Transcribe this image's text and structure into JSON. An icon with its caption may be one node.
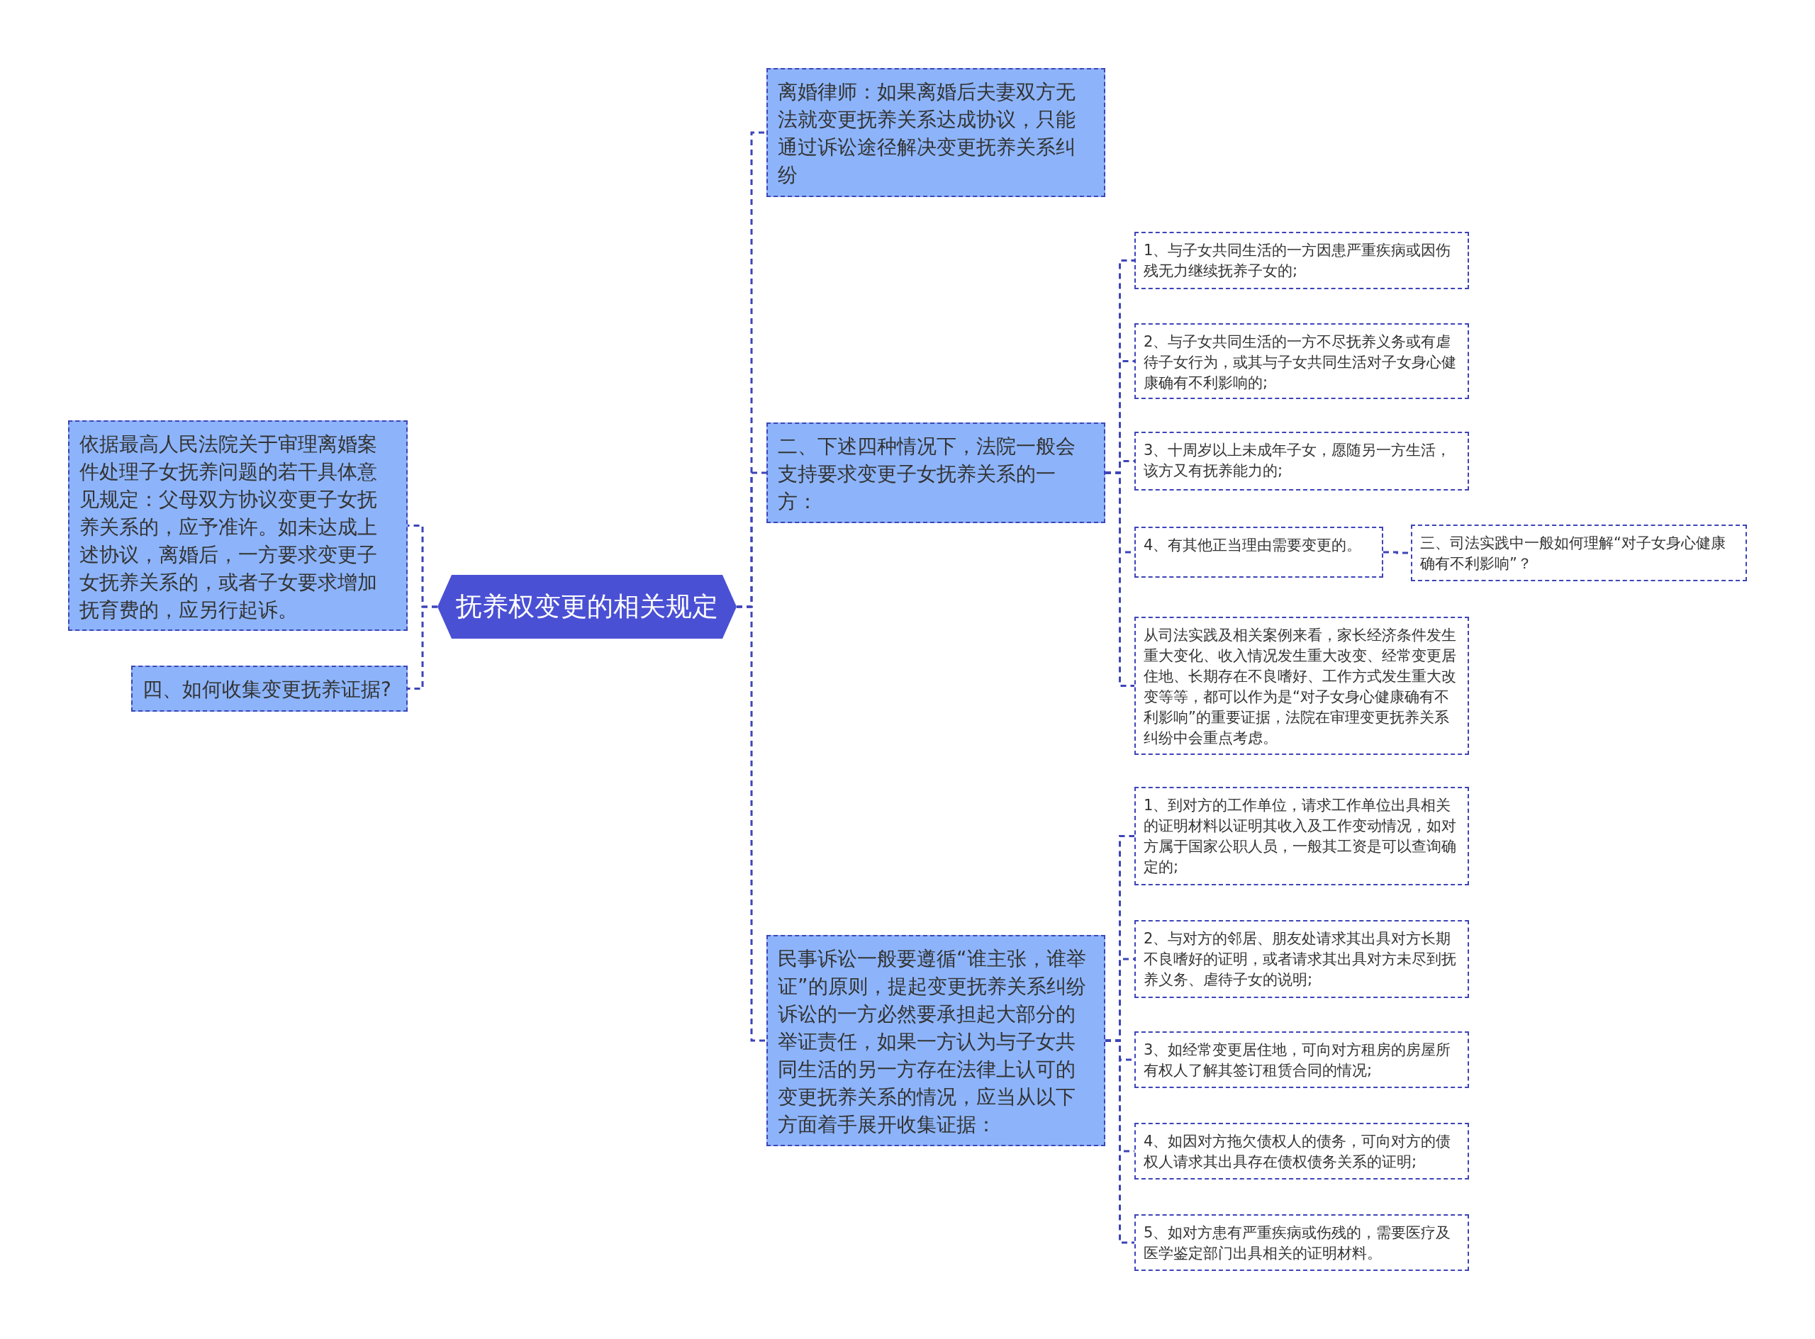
{
  "diagram": {
    "nodes": [
      {
        "text": [
          "抚养权变更的相关规定"
        ]
      },
      {
        "text": [
          "依据最高人民法院关于审理离婚案件处理子女抚养问题的若干具体意见规定：父母双方协议变更子女抚养关系的，应予准许。如未达成上述协议，离婚后，一方要求变更子女抚养关系的，或者子女要求增加抚育费的，应另行起诉。"
        ]
      },
      {
        "text": [
          "四、如何收集变更抚养证据?"
        ]
      },
      {
        "text": [
          "离婚律师：如果离婚后夫妻双方无法就变更抚养关系达成协议，只能通过诉讼途径解决变更抚养关系纠纷"
        ]
      },
      {
        "text": [
          "二、下述四种情况下，法院一般会支持要求变更子女抚养关系的一方："
        ]
      },
      {
        "text": [
          "民事诉讼一般要遵循“谁主张，谁举证”的原则，提起变更抚养关系纠纷诉讼的一方必然要承担起大部分的举证责任，如果一方认为与子女共同生活的另一方存在法律上认可的变更抚养关系的情况，应当从以下方面着手展开收集证据："
        ]
      },
      {
        "text": [
          "1、与子女共同生活的一方因患严重疾病或因伤残无力继续抚养子女的;"
        ]
      },
      {
        "text": [
          "2、与子女共同生活的一方不尽抚养义务或有虐待子女行为，或其与子女共同生活对子女身心健康确有不利影响的;"
        ]
      },
      {
        "text": [
          "3、十周岁以上未成年子女，愿随另一方生活，该方又有抚养能力的;"
        ]
      },
      {
        "text": [
          "4、有其他正当理由需要变更的。"
        ]
      },
      {
        "text": [
          "三、司法实践中一般如何理解“对子女身心健康确有不利影响”？"
        ]
      },
      {
        "text": [
          "从司法实践及相关案例来看，家长经济条件发生重大变化、收入情况发生重大改变、经常变更居住地、长期存在不良嗜好、工作方式发生重大改变等等，都可以作为是“对子女身心健康确有不利影响”的重要证据，法院在审理变更抚养关系纠纷中会重点考虑。"
        ]
      },
      {
        "text": [
          "1、到对方的工作单位，请求工作单位出具相关的证明材料以证明其收入及工作变动情况，如对方属于国家公职人员，一般其工资是可以查询确定的;"
        ]
      },
      {
        "text": [
          "2、与对方的邻居、朋友处请求其出具对方长期不良嗜好的证明，或者请求其出具对方未尽到抚养义务、虐待子女的说明;"
        ]
      },
      {
        "text": [
          "3、如经常变更居住地，可向对方租房的房屋所有权人了解其签订租赁合同的情况;"
        ]
      },
      {
        "text": [
          "4、如因对方拖欠债权人的债务，可向对方的债权人请求其出具存在债权债务关系的证明;"
        ]
      },
      {
        "text": [
          "5、如对方患有严重疾病或伤残的，需要医疗及医学鉴定部门出具相关的证明材料。"
        ]
      }
    ],
    "edges": [
      {
        "from": 0,
        "to": 1,
        "arrow": "none"
      },
      {
        "from": 0,
        "to": 2,
        "arrow": "none"
      },
      {
        "from": 0,
        "to": 3,
        "arrow": "none"
      },
      {
        "from": 0,
        "to": 4,
        "arrow": "none"
      },
      {
        "from": 0,
        "to": 5,
        "arrow": "none"
      },
      {
        "from": 4,
        "to": 6,
        "arrow": "none"
      },
      {
        "from": 4,
        "to": 7,
        "arrow": "none"
      },
      {
        "from": 4,
        "to": 8,
        "arrow": "none"
      },
      {
        "from": 4,
        "to": 9,
        "arrow": "none"
      },
      {
        "from": 9,
        "to": 10,
        "arrow": "none"
      },
      {
        "from": 4,
        "to": 11,
        "arrow": "none"
      },
      {
        "from": 5,
        "to": 12,
        "arrow": "none"
      },
      {
        "from": 5,
        "to": 13,
        "arrow": "none"
      },
      {
        "from": 5,
        "to": 14,
        "arrow": "none"
      },
      {
        "from": 5,
        "to": 15,
        "arrow": "none"
      },
      {
        "from": 5,
        "to": 16,
        "arrow": "none"
      }
    ]
  }
}
